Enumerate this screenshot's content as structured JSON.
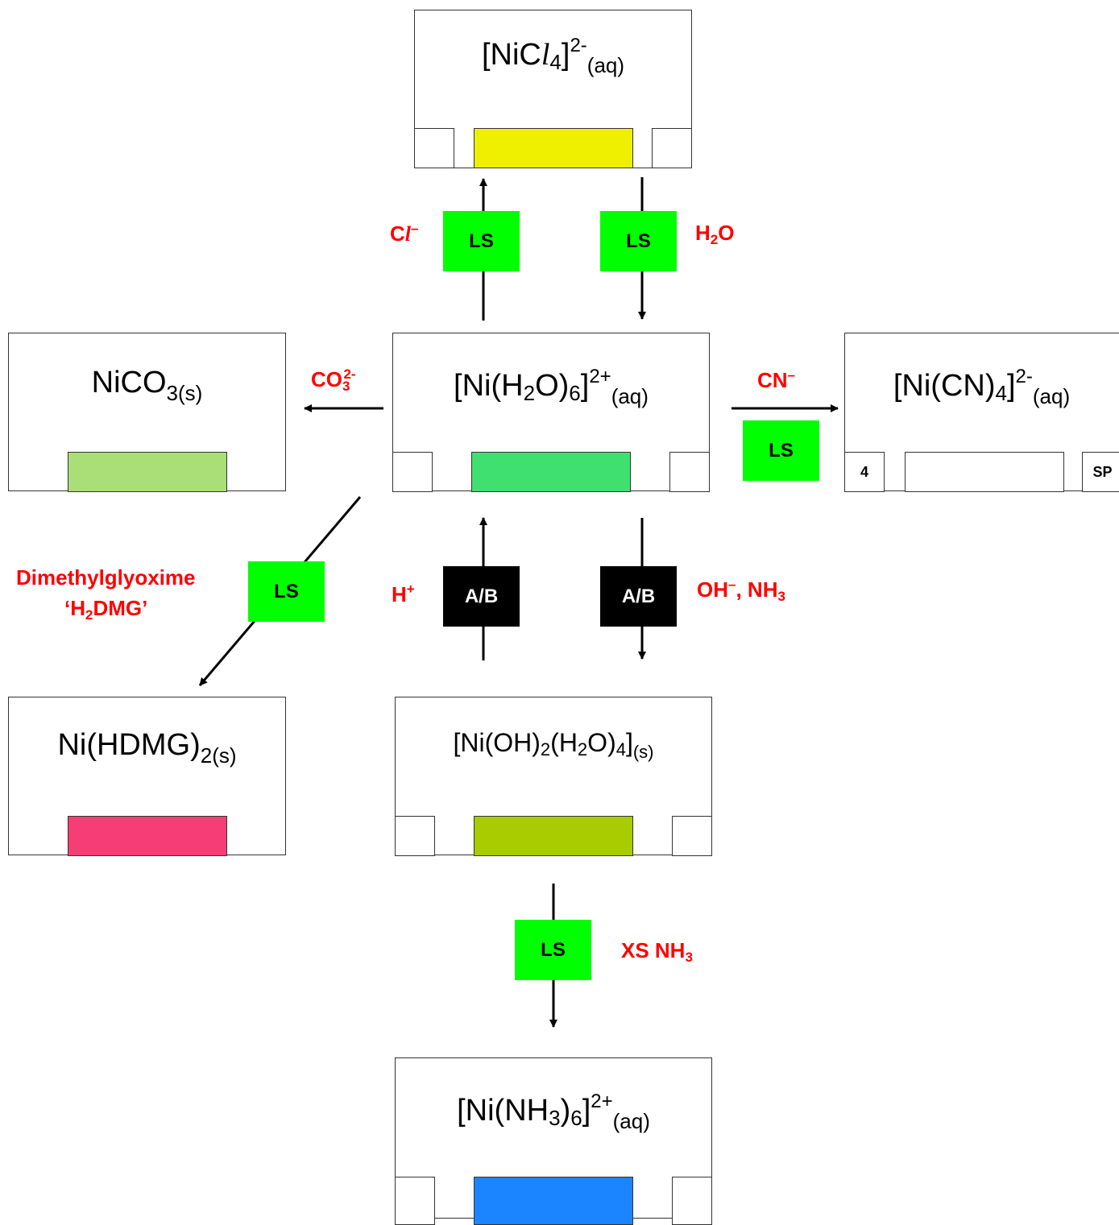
{
  "species": {
    "nicl4": {
      "main": "[NiC",
      "ital": "l",
      "sub1": "4",
      "close": "]",
      "sup": "2-",
      "state": "(aq)",
      "swatch": "#eef000"
    },
    "hexaaqua": {
      "main": "[Ni(H",
      "sub1": "2",
      "mid": "O)",
      "sub2": "6",
      "close": "]",
      "sup": "2+",
      "state": "(aq)",
      "swatch": "#40e070"
    },
    "carbonate": {
      "main": "NiCO",
      "state": "3(s)",
      "swatch": "#aade77"
    },
    "cyano": {
      "main": "[Ni(CN)",
      "sub1": "4",
      "close": "]",
      "sup": "2-",
      "state": "(aq)",
      "slot_left": "4",
      "slot_right": "SP",
      "swatch": "#ffffff"
    },
    "dmg": {
      "main": "Ni(HDMG)",
      "state": "2(s)",
      "swatch": "#f53e75"
    },
    "hydroxide": {
      "main": "[Ni(OH)",
      "sub1": "2",
      "mid": "(H",
      "sub2": "2",
      "mid2": "O)",
      "sub3": "4",
      "close": "]",
      "state": "(s)",
      "swatch": "#a8cc00"
    },
    "ammine": {
      "main": "[Ni(NH",
      "sub1": "3",
      "mid": ")",
      "sub2": "6",
      "close": "]",
      "sup": "2+",
      "state": "(aq)",
      "swatch": "#1a85ff"
    }
  },
  "reagents": {
    "chloride": {
      "main": "C",
      "ital": "l",
      "sup": "–"
    },
    "water": {
      "main": "H",
      "sub": "2",
      "rest": "O"
    },
    "carbonate_ion": {
      "main": "CO",
      "sub": "3",
      "sup": "2-"
    },
    "cyanide": {
      "main": "CN",
      "sup": "–"
    },
    "dmg_line1": "Dimethylglyoxime",
    "dmg_line2": {
      "open": "‘H",
      "sub": "2",
      "rest": "DMG’"
    },
    "proton": {
      "main": "H",
      "sup": "+"
    },
    "hydroxide_ammonia": {
      "main": "OH",
      "sup": "–",
      "rest": ", NH",
      "sub": "3"
    },
    "excess_ammonia": {
      "main": "XS NH",
      "sub": "3"
    }
  },
  "tags": {
    "ls": "LS",
    "ab": "A/B"
  },
  "colors": {
    "ls_tag": "#00ff00",
    "ab_tag": "#000000",
    "reagent_text": "#ff0000"
  }
}
